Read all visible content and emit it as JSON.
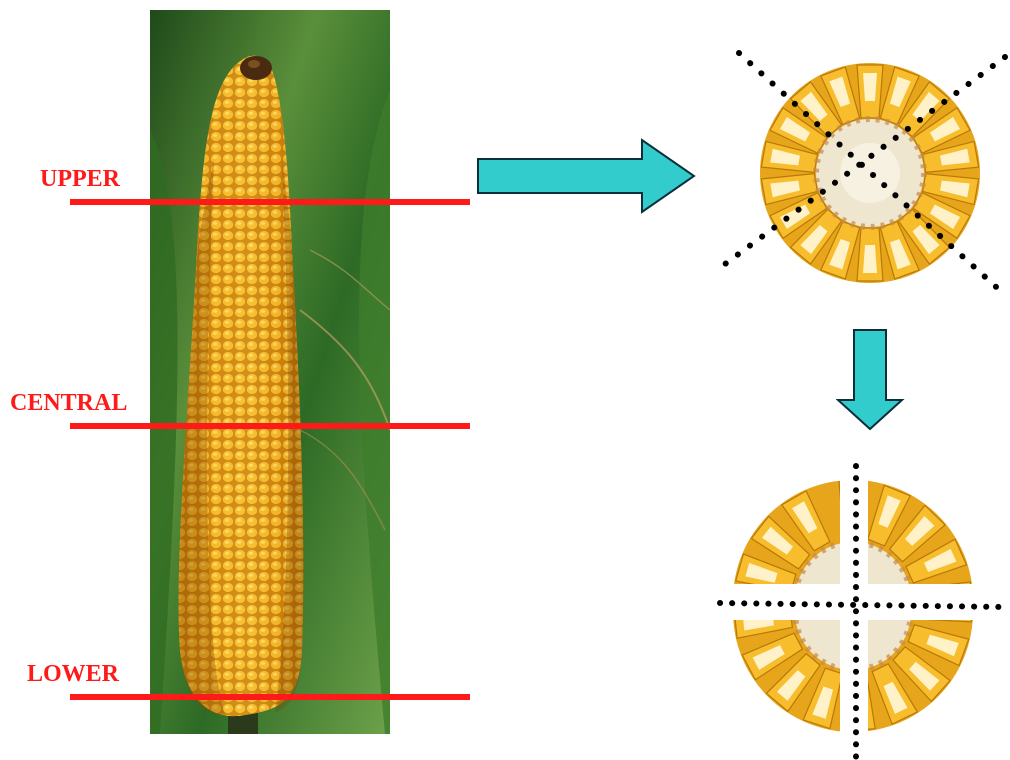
{
  "labels": {
    "upper": "UPPER",
    "central": "CENTRAL",
    "lower": "LOWER"
  },
  "colors": {
    "cut_line": "#ff1a1a",
    "arrow_fill": "#33cccc",
    "arrow_stroke": "#0a2f3a",
    "kernel": "#f2b21c",
    "kernel_tip": "#fff2c8",
    "husk": "#3a7a2a"
  },
  "icons": {
    "cob_photo": "corn-cob-photo",
    "arrow_right": "arrow-right-icon",
    "arrow_down": "arrow-down-icon",
    "slice_whole": "cob-cross-section-whole",
    "slice_quartered": "cob-cross-section-quartered"
  }
}
